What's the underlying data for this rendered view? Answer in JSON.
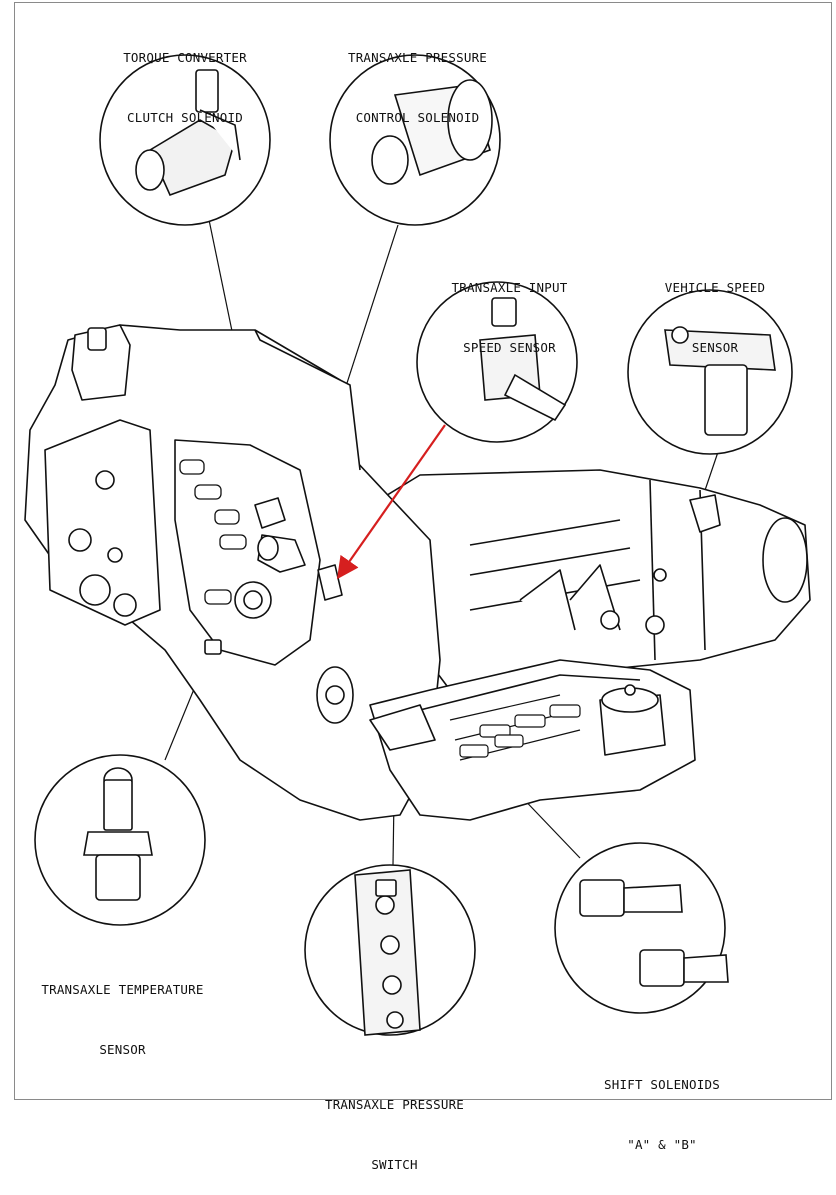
{
  "callouts": {
    "torque_converter_clutch_solenoid": {
      "line1": "TORQUE CONVERTER",
      "line2": "CLUTCH SOLENOID"
    },
    "transaxle_pressure_control_solenoid": {
      "line1": "TRANSAXLE PRESSURE",
      "line2": "CONTROL SOLENOID"
    },
    "transaxle_input_speed_sensor": {
      "line1": "TRANSAXLE INPUT",
      "line2": "SPEED SENSOR"
    },
    "vehicle_speed_sensor": {
      "line1": "VEHICLE SPEED",
      "line2": "SENSOR"
    },
    "transaxle_temperature_sensor": {
      "line1": "TRANSAXLE TEMPERATURE",
      "line2": "SENSOR"
    },
    "transaxle_pressure_switch": {
      "line1": "TRANSAXLE PRESSURE",
      "line2": "SWITCH"
    },
    "shift_solenoids": {
      "line1": "SHIFT SOLENOIDS",
      "line2": "\"A\" & \"B\""
    }
  },
  "colors": {
    "ink": "#111111",
    "arrow": "#d61f1f",
    "frame": "#8a8a8a"
  }
}
